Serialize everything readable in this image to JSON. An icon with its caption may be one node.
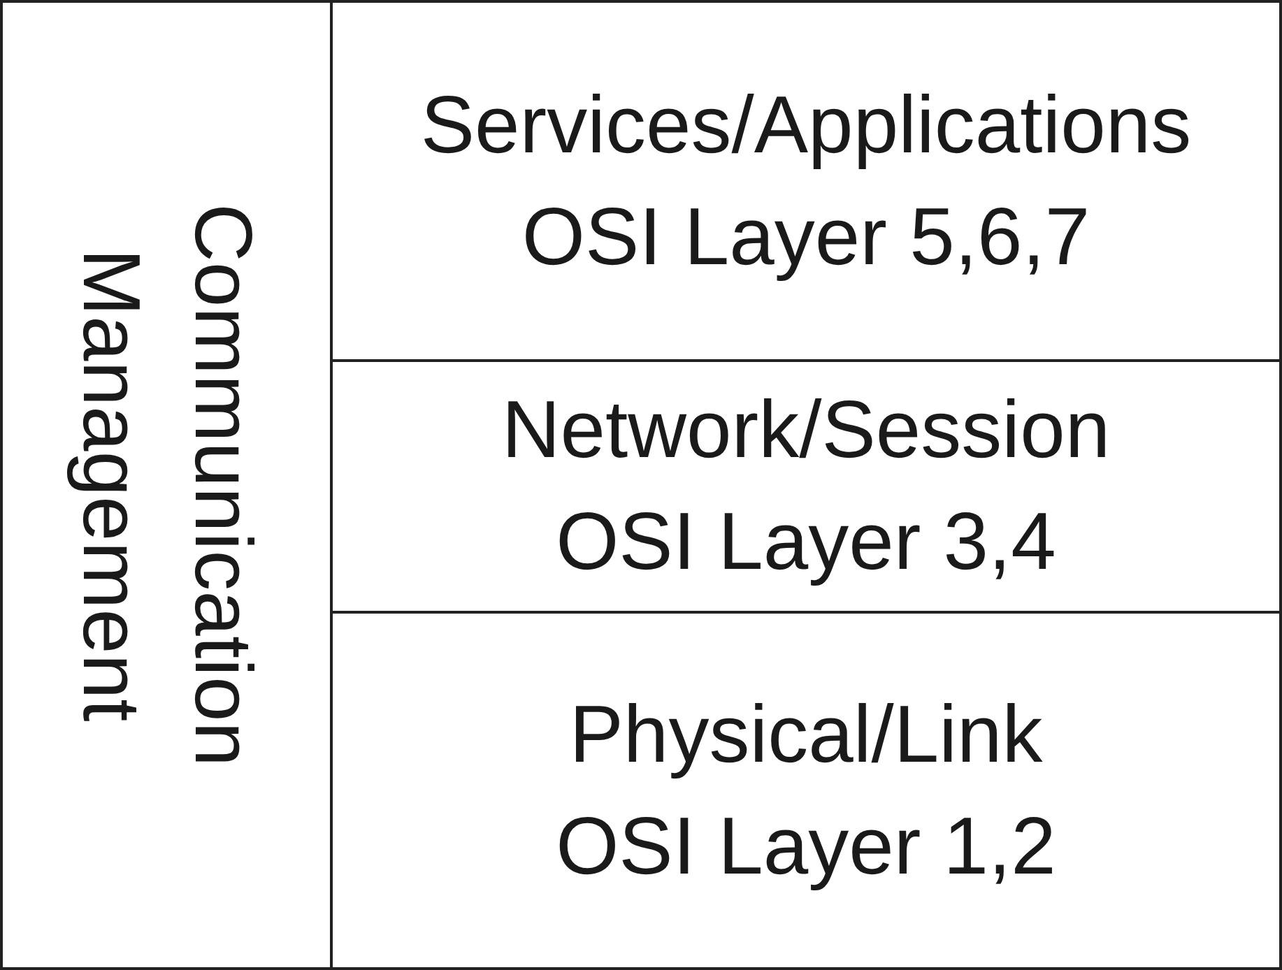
{
  "diagram": {
    "nodes": [
      {
        "text": [
          "Communication Management"
        ]
      },
      {
        "text": [
          "Services/Applications",
          "OSI Layer 5,6,7"
        ]
      },
      {
        "text": [
          "Network/Session",
          "OSI Layer 3,4"
        ]
      },
      {
        "text": [
          "Physical/Link",
          "OSI Layer 1,2"
        ]
      }
    ]
  }
}
